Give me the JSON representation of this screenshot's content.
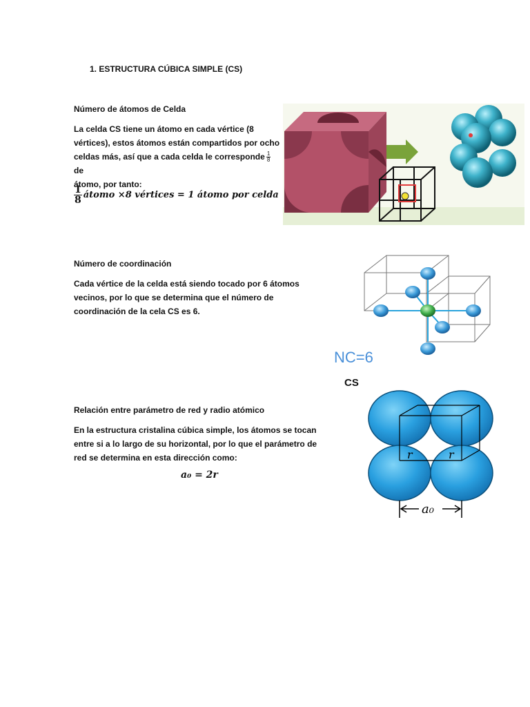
{
  "title": "1.    ESTRUCTURA CÚBICA SIMPLE (CS)",
  "section1": {
    "heading": "Número de átomos de Celda",
    "line1": "La celda CS tiene un átomo en cada vértice (8",
    "line2": "vértices), estos átomos están compartidos por ocho",
    "line3_pre": "celdas más, así que a cada celda le corresponde",
    "line3_num": "1",
    "line3_den": "8",
    "line3_post": " de",
    "line4": "átomo, por tanto:",
    "eq_num": "1",
    "eq_den": "8",
    "eq_rest": "átomo ×8 vértices = 1 átomo por celda"
  },
  "section2": {
    "heading": "Número de coordinación",
    "line1": "Cada vértice de la celda está siendo tocado por 6 átomos",
    "line2": "vecinos, por lo que se determina que el número de",
    "line3": "coordinación de la cela CS es 6.",
    "figure_label": "NC=6"
  },
  "section3": {
    "heading": "Relación entre parámetro de red y radio atómico",
    "line1": "En la estructura cristalina cúbica simple, los átomos se tocan",
    "line2": "entre si a lo largo de su horizontal, por lo que el parámetro de",
    "line3": "red se determina en esta dirección como:",
    "equation": "a₀ = 2r",
    "figure_title": "CS",
    "r_label_left": "r",
    "r_label_right": "r",
    "a0_label": "a₀"
  }
}
